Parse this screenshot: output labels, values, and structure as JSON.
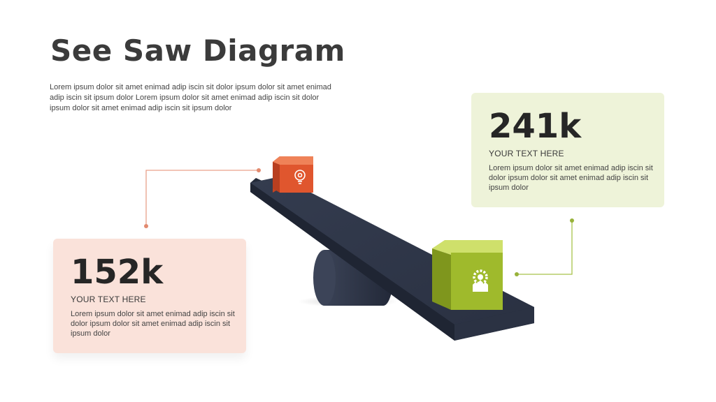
{
  "title": "See Saw Diagram",
  "intro": "Lorem ipsum dolor sit amet enimad adip iscin sit dolor ipsum dolor sit amet enimad adip iscin sit ipsum dolor Lorem ipsum dolor sit amet enimad adip iscin sit dolor ipsum dolor sit amet enimad adip iscin sit ipsum dolor",
  "left_card": {
    "value": "152k",
    "heading": "YOUR TEXT HERE",
    "body": "Lorem ipsum dolor sit amet enimad adip iscin sit dolor ipsum dolor sit amet enimad adip iscin sit ipsum dolor"
  },
  "right_card": {
    "value": "241k",
    "heading": "YOUR TEXT HERE",
    "body": "Lorem ipsum dolor sit amet enimad adip iscin sit dolor ipsum dolor sit amet enimad adip iscin sit ipsum dolor"
  },
  "colors": {
    "orange": "#e0562e",
    "green": "#9fba2c",
    "plank": "#2f3749",
    "left_card_bg": "#fae2da",
    "right_card_bg": "#eef3d9"
  },
  "icons": {
    "orange_cube": "lightbulb-gear-icon",
    "green_cube": "gear-people-icon"
  }
}
